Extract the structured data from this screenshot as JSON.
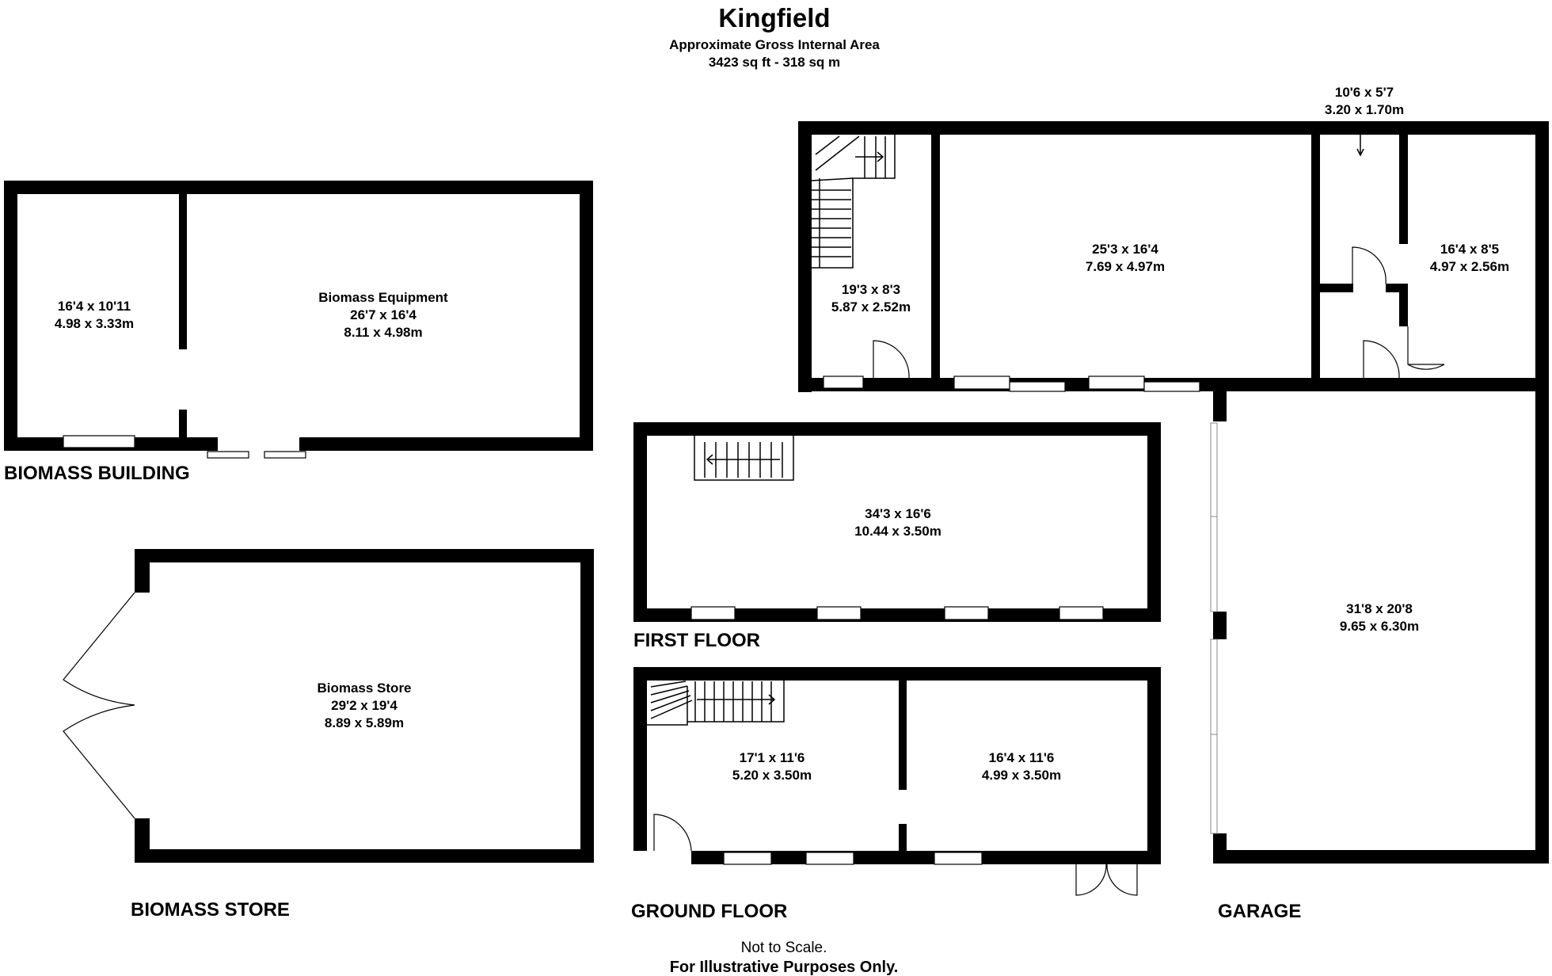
{
  "header": {
    "title": "Kingfield",
    "subtitle": "Approximate Gross Internal Area",
    "area": "3423 sq ft - 318 sq m"
  },
  "biomass_building": {
    "label": "BIOMASS  BUILDING",
    "room_left": {
      "imperial": "16'4 x 10'11",
      "metric": "4.98 x 3.33m"
    },
    "room_right": {
      "name": "Biomass Equipment",
      "imperial": "26'7 x 16'4",
      "metric": "8.11 x 4.98m"
    }
  },
  "biomass_store": {
    "label": "BIOMASS  STORE",
    "room": {
      "name": "Biomass Store",
      "imperial": "29'2 x 19'4",
      "metric": "8.89 x 5.89m"
    }
  },
  "first_floor": {
    "label": "FIRST FLOOR",
    "room": {
      "imperial": "34'3 x 16'6",
      "metric": "10.44 x 3.50m"
    }
  },
  "ground_floor": {
    "label": "GROUND FLOOR",
    "room_left": {
      "imperial": "17'1 x 11'6",
      "metric": "5.20 x 3.50m"
    },
    "room_right": {
      "imperial": "16'4 x 11'6",
      "metric": "4.99 x 3.50m"
    }
  },
  "garage": {
    "label": "GARAGE",
    "garage_room": {
      "imperial": "31'8 x 20'8",
      "metric": "9.65 x 6.30m"
    },
    "top_left_room": {
      "imperial": "19'3 x 8'3",
      "metric": "5.87 x 2.52m"
    },
    "top_mid_room": {
      "imperial": "25'3 x 16'4",
      "metric": "7.69 x 4.97m"
    },
    "top_right_room": {
      "imperial": "16'4 x 8'5",
      "metric": "4.97 x 2.56m"
    },
    "small_room": {
      "imperial": "10'6 x 5'7",
      "metric": "3.20 x 1.70m"
    }
  },
  "footer": {
    "scale_note": "Not to Scale.",
    "purpose_note": "For Illustrative Purposes Only."
  }
}
